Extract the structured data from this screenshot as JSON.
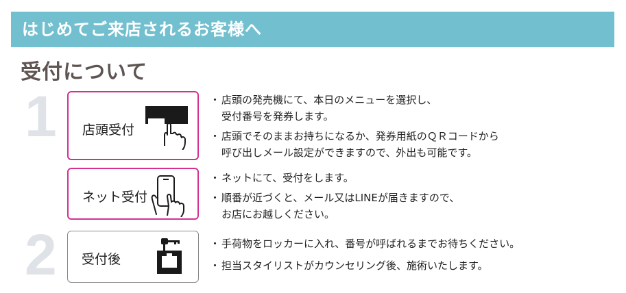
{
  "banner": {
    "title": "はじめてご来店されるお客様へ"
  },
  "section": {
    "title": "受付について"
  },
  "steps": [
    {
      "number": "1"
    },
    {
      "number": "2"
    }
  ],
  "cards": [
    {
      "label": "店頭受付",
      "icon": "ticket-machine-icon",
      "items": [
        [
          "店頭の発売機にて、本日のメニューを選択し、",
          "受付番号を発券します。"
        ],
        [
          "店頭でそのままお持ちになるか、発券用紙のＱＲコードから",
          "呼び出しメール設定ができますので、外出も可能です。"
        ]
      ]
    },
    {
      "label": "ネット受付",
      "icon": "smartphone-tap-icon",
      "items": [
        [
          "ネットにて、受付をします。"
        ],
        [
          "順番が近づくと、メール又はLINEが届きますので、",
          "お店にお越しください。"
        ]
      ]
    },
    {
      "label": "受付後",
      "icon": "locker-key-icon",
      "items": [
        [
          "手荷物をロッカーに入れ、番号が呼ばれるまでお待ちください。"
        ],
        [
          "担当スタイリストがカウンセリング後、施術いたします。"
        ]
      ]
    }
  ],
  "colors": {
    "banner": "#72bfcf",
    "accent_border": "#d52f93",
    "step_number": "#dfe2e7",
    "heading": "#5e5451"
  }
}
